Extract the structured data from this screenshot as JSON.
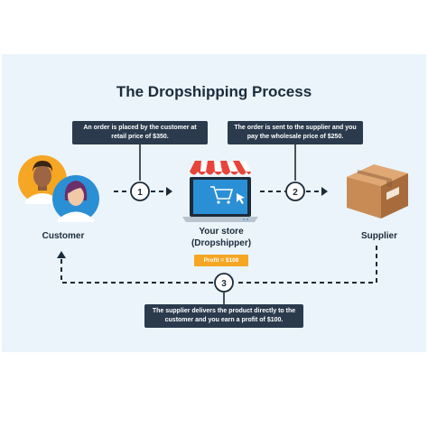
{
  "title": "The Dropshipping Process",
  "notes": {
    "step1": "An order is placed by the customer at retail price of $350.",
    "step2": "The order is sent to the supplier and you pay the wholesale price of $250.",
    "step3": "The supplier delivers the product directly to the customer and you earn a profit of $100."
  },
  "steps": [
    "1",
    "2",
    "3"
  ],
  "labels": {
    "customer": "Customer",
    "store_line1": "Your store",
    "store_line2": "(Dropshipper)",
    "supplier": "Supplier",
    "profit": "Profit = $100"
  },
  "colors": {
    "background": "#eaf4fa",
    "note_bg": "#2b3b4d",
    "profit_badge": "#f5a623",
    "awning_red": "#e8443a",
    "box_brown": "#c98b55"
  }
}
